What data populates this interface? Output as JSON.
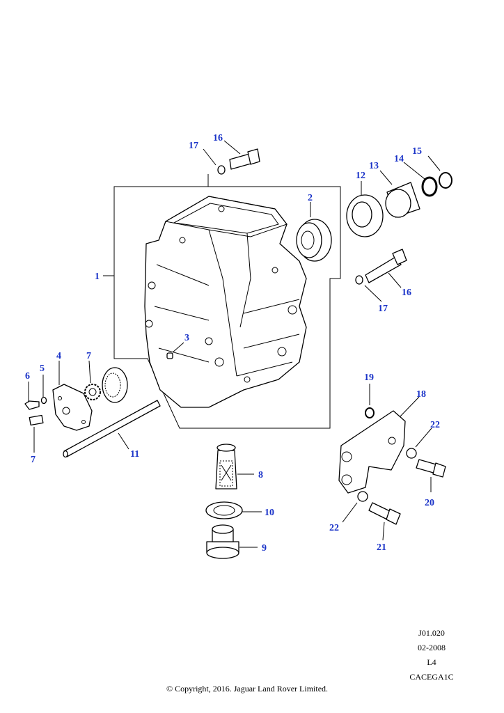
{
  "diagram": {
    "callouts": [
      "1",
      "2",
      "3",
      "4",
      "5",
      "6",
      "7",
      "7",
      "8",
      "9",
      "10",
      "11",
      "12",
      "13",
      "14",
      "15",
      "16",
      "16",
      "17",
      "17",
      "18",
      "19",
      "20",
      "21",
      "22",
      "22"
    ]
  },
  "footer": {
    "ref_code": "J01.020",
    "date": "02-2008",
    "level": "L4",
    "catalog_code": "CACEGA1C",
    "copyright": "© Copyright, 2016. Jaguar Land Rover Limited."
  }
}
